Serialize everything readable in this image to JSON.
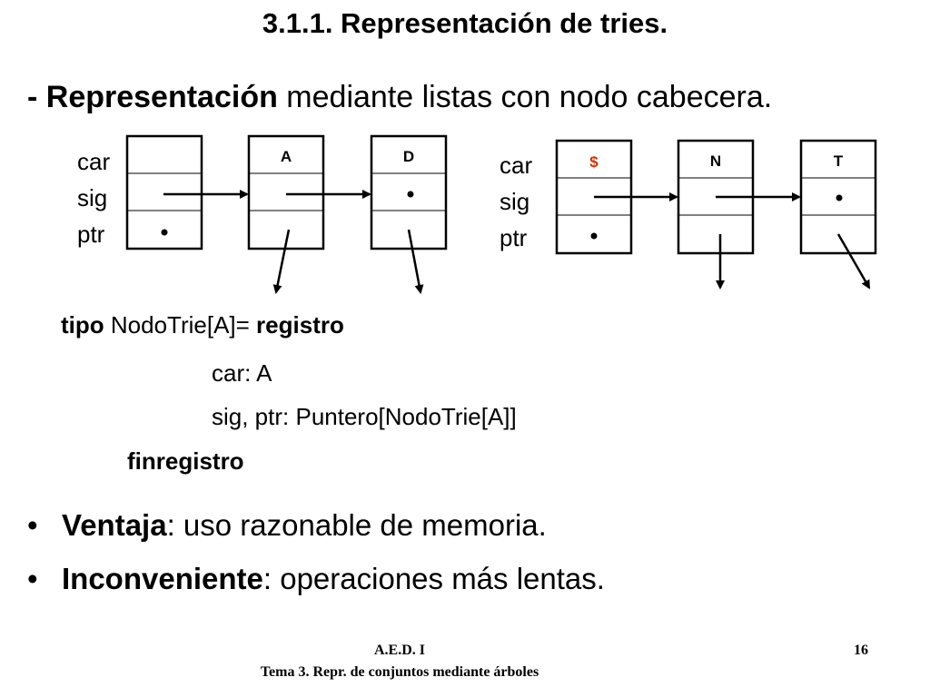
{
  "title": "3.1.1. Representación de tries.",
  "subtitle": {
    "bold": "- Representación",
    "rest": " mediante listas con nodo cabecera."
  },
  "field_labels": [
    "car",
    "sig",
    "ptr"
  ],
  "diagram_left": {
    "nodes": [
      "",
      "A",
      "D"
    ]
  },
  "diagram_right": {
    "nodes": [
      "$",
      "N",
      "T"
    ],
    "accent": "#cc3300"
  },
  "code": {
    "kw_tipo": "tipo",
    "decl": " NodoTrie[A]",
    "eq": "=",
    "kw_registro": " registro",
    "line_car": "car: A",
    "line_sig": "sig, ptr: Puntero[NodoTrie[A]]",
    "kw_fin": "finregistro"
  },
  "bullets": [
    {
      "symbol": "•",
      "bold": "Ventaja",
      "rest": ": uso razonable de memoria."
    },
    {
      "symbol": "•",
      "bold": "Inconveniente",
      "rest": ": operaciones más lentas."
    }
  ],
  "footer": {
    "course": "A.E.D. I",
    "topic": "Tema 3. Repr. de conjuntos mediante árboles",
    "page": "16"
  }
}
